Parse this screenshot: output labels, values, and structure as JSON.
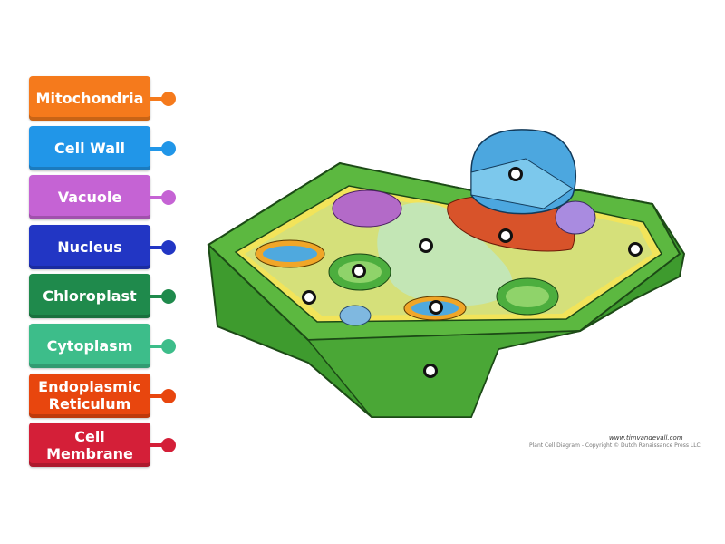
{
  "labels": [
    {
      "text": "Mitochondria",
      "color": "#f57a1c"
    },
    {
      "text": "Cell Wall",
      "color": "#2196e8"
    },
    {
      "text": "Vacuole",
      "color": "#c563d4"
    },
    {
      "text": "Nucleus",
      "color": "#2236c4"
    },
    {
      "text": "Chloroplast",
      "color": "#1f8a4c"
    },
    {
      "text": "Cytoplasm",
      "color": "#3dbd8a"
    },
    {
      "text": "Endoplasmic Reticulum",
      "color": "#e8460e"
    },
    {
      "text": "Cell Membrane",
      "color": "#d41f38"
    }
  ],
  "image": {
    "site": "www.timvandevall.com",
    "credit": "Plant Cell Diagram - Copyright © Dutch Renaissance Press LLC"
  }
}
